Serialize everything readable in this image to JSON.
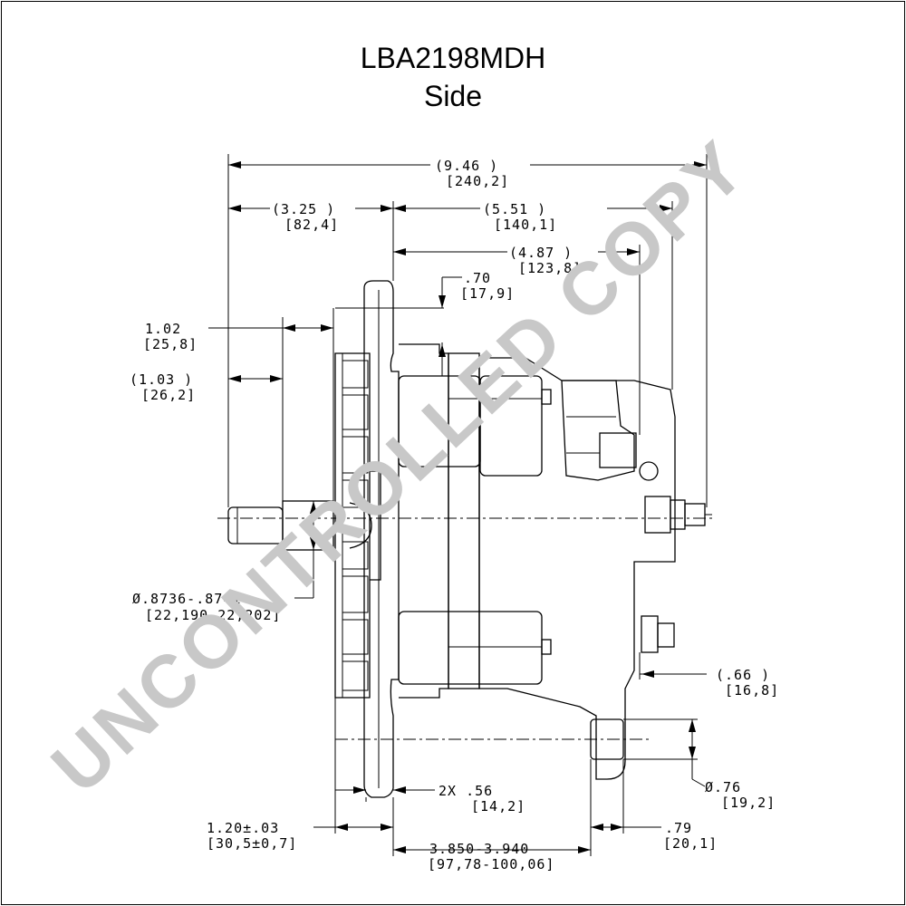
{
  "title": "LBA2198MDH",
  "view": "Side",
  "watermark": "UNCONTROLLED COPY",
  "dimensions": {
    "overall_a": "(9.46    )",
    "overall_b": "[240,2]",
    "front_a": "(3.25   )",
    "front_b": "[82,4]",
    "rear_a": "(5.51    )",
    "rear_b": "[140,1]",
    "body_a": "(4.87    )",
    "body_b": "[123,8]",
    "offset_a": ".70",
    "offset_b": "[17,9]",
    "shaft_len_a": "1.02",
    "shaft_len_b": "[25,8]",
    "shaft_ext_a": "(1.03    )",
    "shaft_ext_b": "[26,2]",
    "shaft_dia_a": "Ø.8736-.8741",
    "shaft_dia_b": "[22,190-22,202]",
    "terminal_a": "(.66    )",
    "terminal_b": "[16,8]",
    "hole_dia_a": "Ø.76",
    "hole_dia_b": "[19,2]",
    "flange_a": "2X .56",
    "flange_b": "[14,2]",
    "pulley_a": "1.20±.03",
    "pulley_b": "[30,5±0,7]",
    "mount_a": "3.850-3.940",
    "mount_b": "[97,78-100,06]",
    "foot_a": ".79",
    "foot_b": "[20,1]"
  }
}
